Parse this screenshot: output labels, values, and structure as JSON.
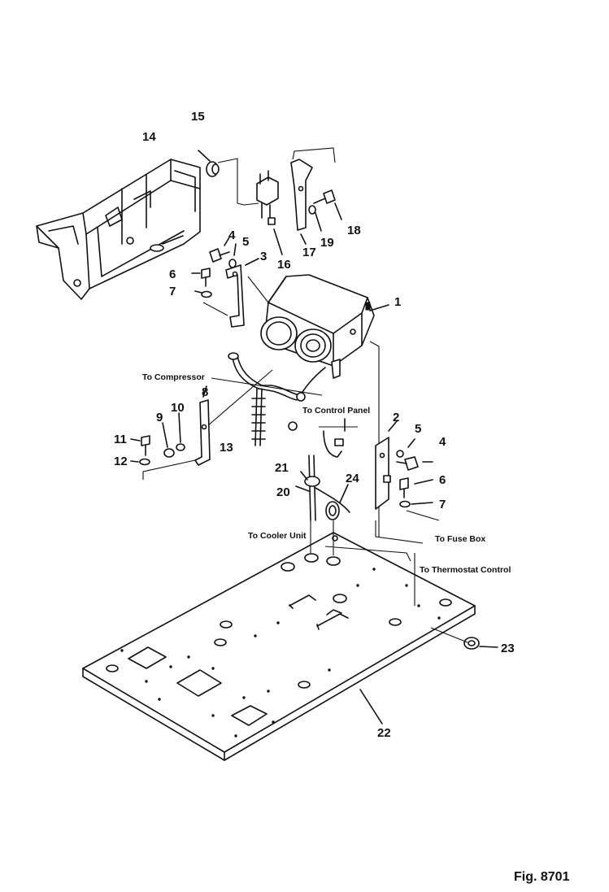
{
  "figure_label": "Fig. 8701",
  "parts": {
    "p1": "1",
    "p2": "2",
    "p3": "3",
    "p4a": "4",
    "p4b": "4",
    "p5a": "5",
    "p5b": "5",
    "p6a": "6",
    "p6b": "6",
    "p7a": "7",
    "p7b": "7",
    "p8": "8",
    "p9": "9",
    "p10": "10",
    "p11": "11",
    "p12": "12",
    "p13": "13",
    "p14": "14",
    "p15": "15",
    "p16": "16",
    "p17": "17",
    "p18": "18",
    "p19": "19",
    "p20": "20",
    "p21": "21",
    "p22": "22",
    "p23": "23",
    "p24": "24"
  },
  "annotations": {
    "to_compressor": "To Compressor",
    "to_control_panel": "To Control Panel",
    "to_cooler_unit": "To Cooler Unit",
    "to_fuse_box": "To Fuse Box",
    "to_thermostat_control": "To Thermostat Control"
  }
}
